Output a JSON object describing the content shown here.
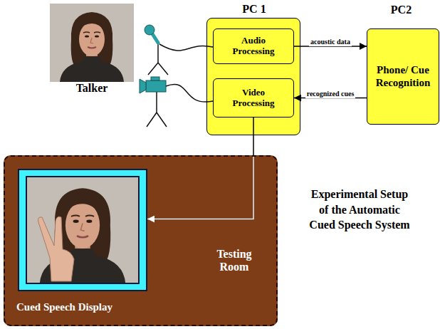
{
  "diagram": {
    "caption": "Experimental Setup of the Automatic Cued Speech System",
    "nodes": [
      {
        "text": [
          "Talker"
        ]
      },
      {
        "text": [
          "PC 1"
        ]
      },
      {
        "text": [
          "Audio Processing"
        ],
        "in": 1
      },
      {
        "text": [
          "Video Processing"
        ],
        "in": 1
      },
      {
        "text": [
          "PC2",
          "Phone/ Cue Recognition"
        ]
      },
      {
        "text": [
          "Testing Room"
        ]
      },
      {
        "text": [
          "Cued Speech Display"
        ],
        "in": 5
      }
    ],
    "edges": [
      {
        "from": 2,
        "to": 4,
        "label": "acoustic data",
        "arrow": "to"
      },
      {
        "from": 4,
        "to": 3,
        "label": "recognized cues",
        "arrow": "to"
      },
      {
        "from": 3,
        "to": 6,
        "arrow": "to"
      }
    ]
  }
}
